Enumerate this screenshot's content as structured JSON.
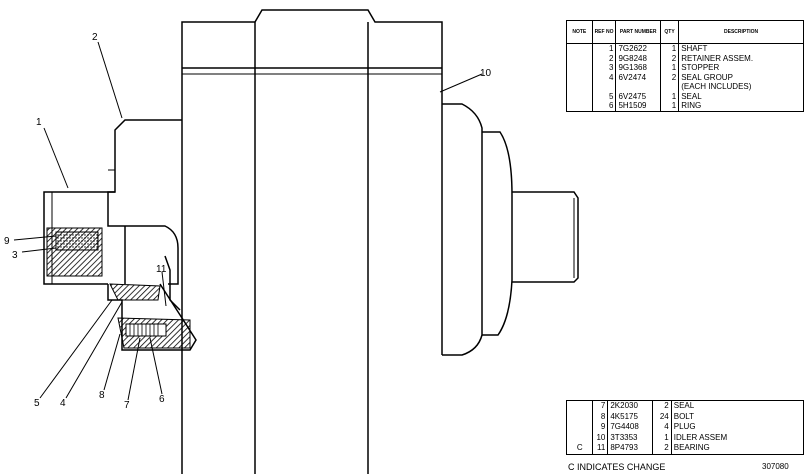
{
  "callouts": {
    "c1": "1",
    "c2": "2",
    "c3": "3",
    "c4": "4",
    "c5": "5",
    "c6": "6",
    "c7": "7",
    "c8": "8",
    "c9": "9",
    "c10": "10",
    "c11": "11"
  },
  "parts_table_top": {
    "headers": {
      "note": "NOTE",
      "ref": "REF NO",
      "part": "PART NUMBER",
      "qty": "QTY",
      "desc": "DESCRIPTION"
    },
    "rows": [
      {
        "note": "",
        "ref": "1",
        "part": "7G2622",
        "qty": "1",
        "desc": "SHAFT"
      },
      {
        "note": "",
        "ref": "2",
        "part": "9G8248",
        "qty": "2",
        "desc": "RETAINER ASSEM."
      },
      {
        "note": "",
        "ref": "3",
        "part": "9G1368",
        "qty": "1",
        "desc": "STOPPER"
      },
      {
        "note": "",
        "ref": "4",
        "part": "6V2474",
        "qty": "2",
        "desc": "SEAL GROUP"
      },
      {
        "note": "",
        "ref": "",
        "part": "",
        "qty": "",
        "desc": "(EACH INCLUDES)"
      },
      {
        "note": "",
        "ref": "5",
        "part": "6V2475",
        "qty": "1",
        "desc": "SEAL"
      },
      {
        "note": "",
        "ref": "6",
        "part": "5H1509",
        "qty": "1",
        "desc": "RING"
      }
    ]
  },
  "parts_table_bottom": {
    "rows": [
      {
        "note": "",
        "ref": "7",
        "part": "2K2030",
        "qty": "2",
        "desc": "SEAL"
      },
      {
        "note": "",
        "ref": "8",
        "part": "4K5175",
        "qty": "24",
        "desc": "BOLT"
      },
      {
        "note": "",
        "ref": "9",
        "part": "7G4408",
        "qty": "4",
        "desc": "PLUG"
      },
      {
        "note": "",
        "ref": "10",
        "part": "3T3353",
        "qty": "1",
        "desc": "IDLER ASSEM"
      },
      {
        "note": "C",
        "ref": "11",
        "part": "8P4793",
        "qty": "2",
        "desc": "BEARING"
      }
    ]
  },
  "footnote": "C INDICATES CHANGE",
  "drawing_number": "307080"
}
